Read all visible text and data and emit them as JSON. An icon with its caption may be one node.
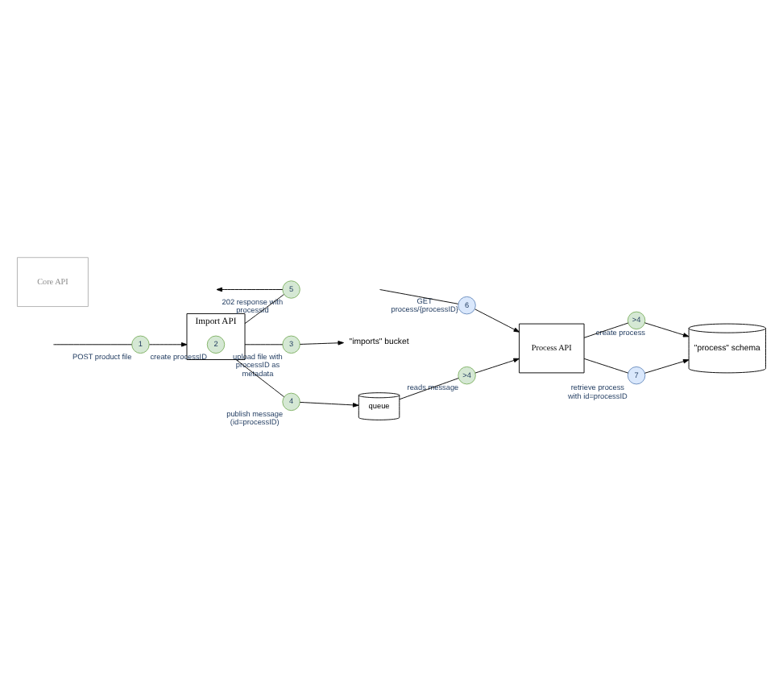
{
  "diagram": {
    "nodes": [
      {
        "text": [
          "Import API"
        ]
      },
      {
        "text": [
          "Core API"
        ]
      },
      {
        "text": [
          "\"imports\" bucket"
        ]
      },
      {
        "text": [
          "queue"
        ]
      },
      {
        "text": [
          "Process API"
        ]
      },
      {
        "text": [
          "\"process\" schema"
        ]
      },
      {
        "text": [
          "1"
        ],
        "beside": [
          "POST product file"
        ]
      },
      {
        "text": [
          "5"
        ],
        "beside": [
          "202 response with processId"
        ]
      },
      {
        "text": [
          "2"
        ],
        "beside": [
          "create processID"
        ],
        "in": 0
      },
      {
        "text": [
          "3"
        ],
        "beside": [
          "upload file with processID as metadata"
        ]
      },
      {
        "text": [
          "4"
        ],
        "beside": [
          "publish message (id=processID)"
        ]
      },
      {
        "text": [
          ">4"
        ],
        "beside": [
          "reads message"
        ]
      },
      {
        "text": [
          "6"
        ],
        "beside": [
          "GET process/{processID}"
        ]
      },
      {
        "text": [
          ">4"
        ],
        "beside": [
          "create process"
        ]
      },
      {
        "text": [
          "7"
        ],
        "beside": [
          "retrieve process with id=processID"
        ]
      }
    ],
    "edges": [
      {
        "from": null,
        "to": 6,
        "arrow": "none"
      },
      {
        "from": 6,
        "to": 0,
        "arrow": "to"
      },
      {
        "from": 0,
        "to": 7,
        "arrow": "none"
      },
      {
        "from": 7,
        "to": null,
        "arrow": "to"
      },
      {
        "from": 0,
        "to": 9,
        "arrow": "none"
      },
      {
        "from": 9,
        "to": 2,
        "arrow": "to"
      },
      {
        "from": 0,
        "to": 10,
        "arrow": "none"
      },
      {
        "from": 10,
        "to": 3,
        "arrow": "to"
      },
      {
        "from": 3,
        "to": 11,
        "arrow": "none"
      },
      {
        "from": 11,
        "to": 4,
        "arrow": "to"
      },
      {
        "from": null,
        "to": 12,
        "arrow": "none"
      },
      {
        "from": 12,
        "to": 4,
        "arrow": "to"
      },
      {
        "from": 4,
        "to": 13,
        "arrow": "none"
      },
      {
        "from": 13,
        "to": 5,
        "arrow": "to"
      },
      {
        "from": 4,
        "to": 14,
        "arrow": "none"
      },
      {
        "from": 14,
        "to": 5,
        "arrow": "to"
      }
    ]
  }
}
